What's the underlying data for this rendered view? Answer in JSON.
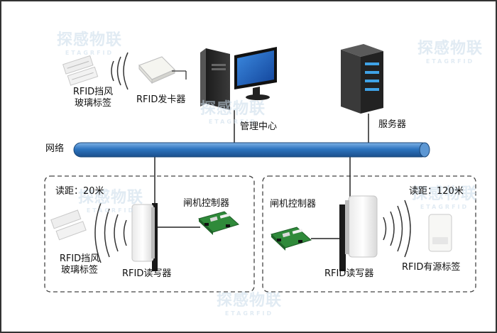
{
  "network_label": "网络",
  "nodes": {
    "windshield_tag_top": {
      "line1": "RFID挡风",
      "line2": "玻璃标签"
    },
    "card_issuer": "RFID发卡器",
    "management_center": "管理中心",
    "server": "服务器"
  },
  "left_zone": {
    "distance_label": "读距：20米",
    "gate_controller": "闸机控制器",
    "reader": "RFID读写器",
    "windshield_tag": {
      "line1": "RFID挡风",
      "line2": "玻璃标签"
    }
  },
  "right_zone": {
    "distance_label": "读距：120米",
    "gate_controller": "闸机控制器",
    "reader": "RFID读写器",
    "active_tag": "RFID有源标签"
  },
  "watermark": {
    "text": "探感物联",
    "subtext": "ETAGRFID"
  },
  "colors": {
    "network_bus": "#2d74bf",
    "monitor_screen": "#1f63b8",
    "server_lights": "#3fa2e6",
    "board_green": "#2f8a3a",
    "frame_border": "#333333"
  }
}
